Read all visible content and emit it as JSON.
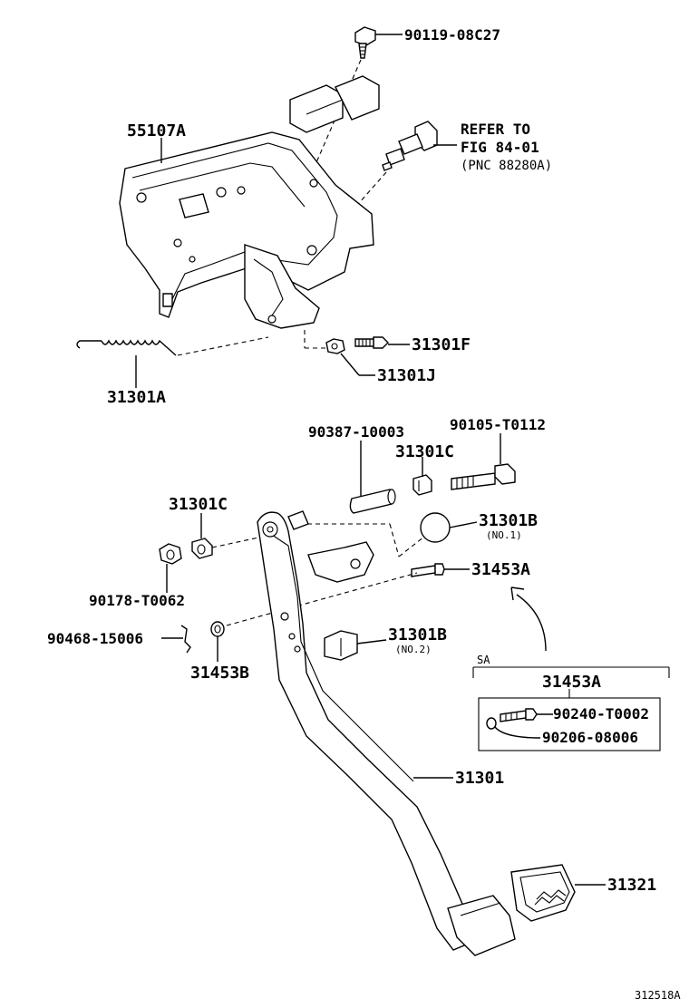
{
  "parts": {
    "p_90119_08C27": "90119-08C27",
    "p_55107A": "55107A",
    "refer_line1": "REFER TO",
    "refer_line2": "FIG 84-01",
    "refer_line3": "(PNC 88280A)",
    "p_31301F": "31301F",
    "p_31301J": "31301J",
    "p_31301A": "31301A",
    "p_90387_10003": "90387-10003",
    "p_90105_T0112": "90105-T0112",
    "p_31301C_top": "31301C",
    "p_31301C_left": "31301C",
    "p_31301B_1": "31301B",
    "p_31301B_1_note": "(NO.1)",
    "p_31453A": "31453A",
    "p_90178_T0062": "90178-T0062",
    "p_90468_15006": "90468-15006",
    "p_31301B_2": "31301B",
    "p_31301B_2_note": "(NO.2)",
    "p_31453B": "31453B",
    "sa_label": "SA",
    "sa_title": "31453A",
    "p_90240_T0002": "90240-T0002",
    "p_90206_08006": "90206-08006",
    "p_31301": "31301",
    "p_31321": "31321",
    "diagram_code": "312518A"
  }
}
